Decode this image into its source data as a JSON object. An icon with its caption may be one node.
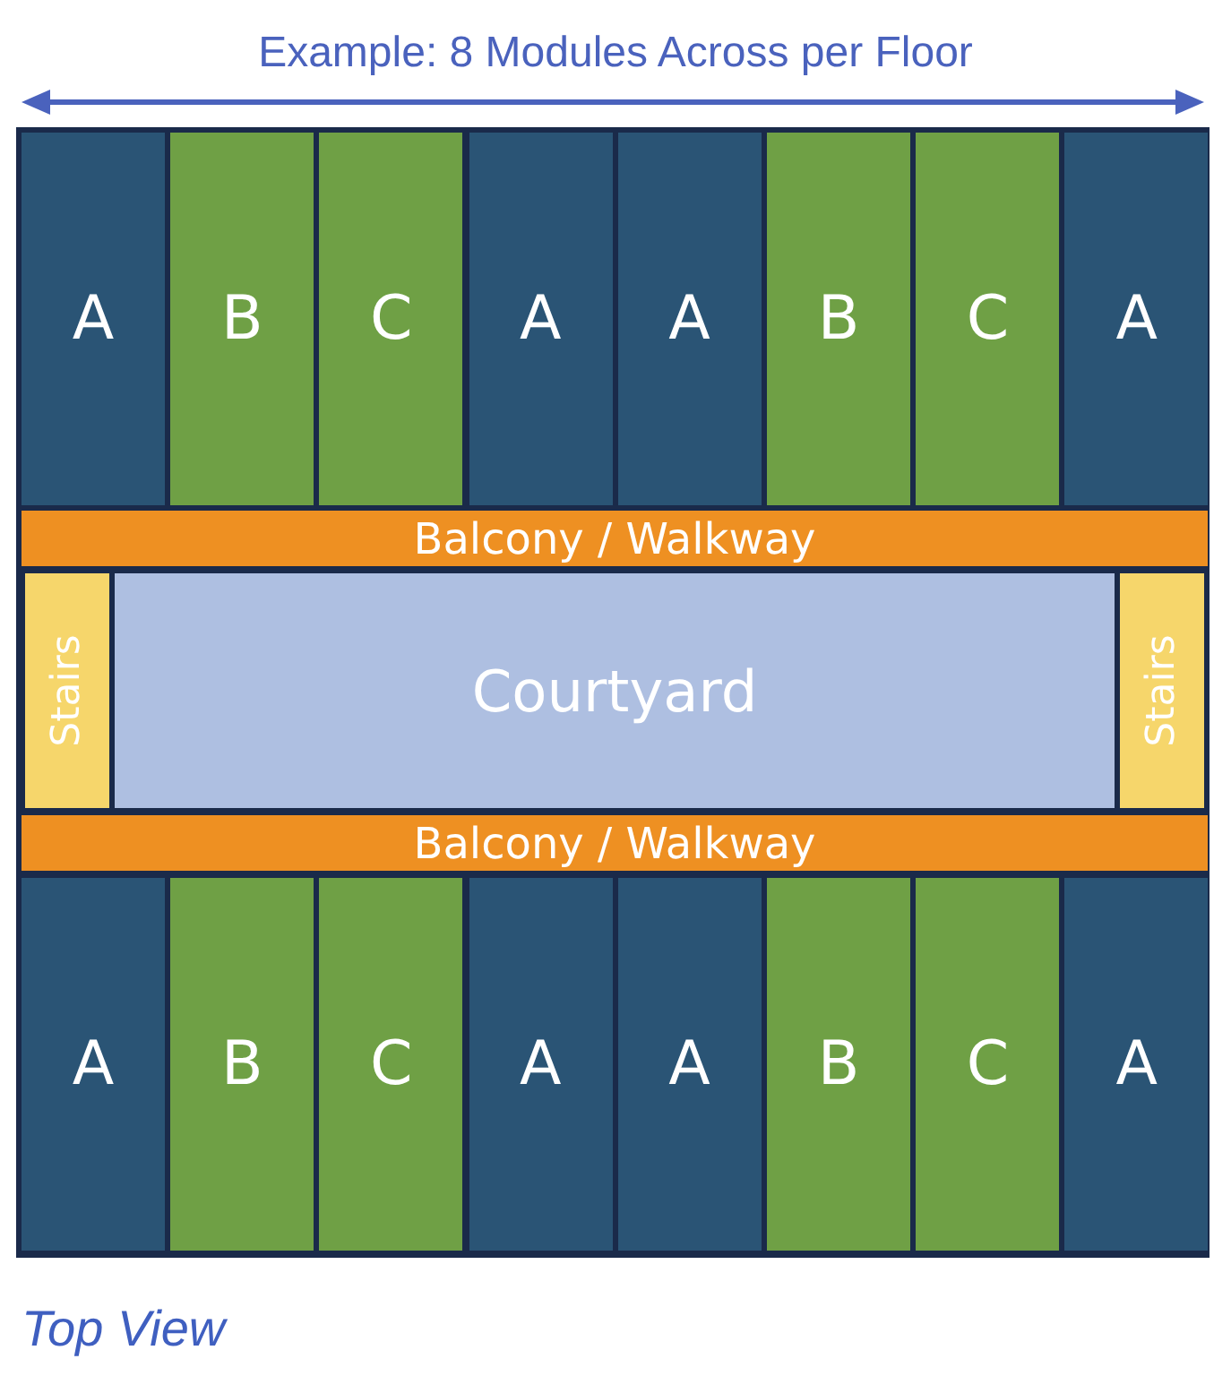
{
  "diagram": {
    "caption": "Top View",
    "nodes": [
      {
        "text": [
          "A"
        ]
      },
      {
        "text": [
          "B"
        ]
      },
      {
        "text": [
          "C"
        ]
      },
      {
        "text": [
          "A"
        ]
      },
      {
        "text": [
          "A"
        ]
      },
      {
        "text": [
          "B"
        ]
      },
      {
        "text": [
          "C"
        ]
      },
      {
        "text": [
          "A"
        ]
      },
      {
        "text": [
          "Balcony / Walkway"
        ]
      },
      {
        "text": [
          "Stairs"
        ]
      },
      {
        "text": [
          "Courtyard"
        ]
      },
      {
        "text": [
          "Stairs"
        ]
      },
      {
        "text": [
          "Balcony / Walkway"
        ]
      },
      {
        "text": [
          "A"
        ]
      },
      {
        "text": [
          "B"
        ]
      },
      {
        "text": [
          "C"
        ]
      },
      {
        "text": [
          "A"
        ]
      },
      {
        "text": [
          "A"
        ]
      },
      {
        "text": [
          "B"
        ]
      },
      {
        "text": [
          "C"
        ]
      },
      {
        "text": [
          "A"
        ]
      }
    ],
    "labels": [
      "Example: 8 Modules Across per Floor"
    ]
  }
}
